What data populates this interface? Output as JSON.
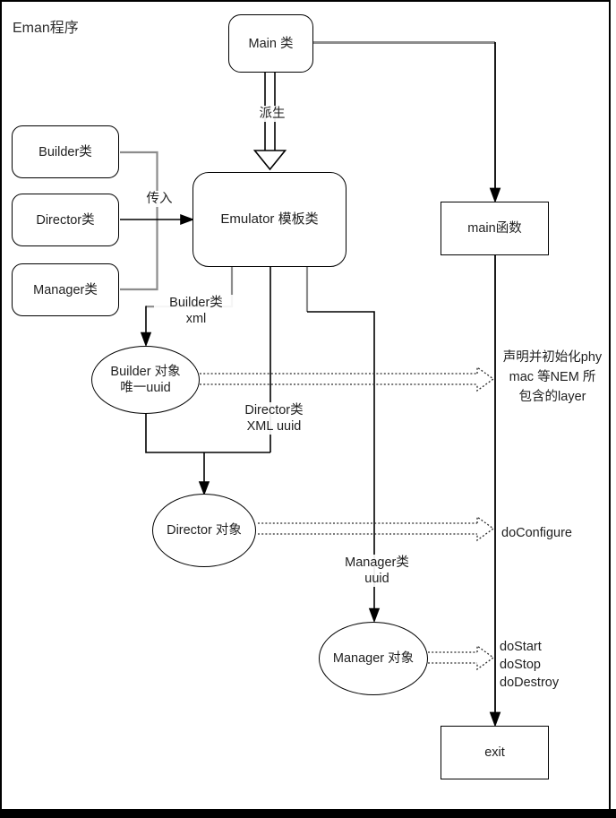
{
  "title": "Eman程序",
  "nodes": {
    "main_class": "Main 类",
    "emulator": "Emulator 模板类",
    "builder_class": "Builder类",
    "director_class": "Director类",
    "manager_class": "Manager类",
    "main_func": "main函数",
    "exit": "exit",
    "builder_obj": {
      "line1": "Builder 对象",
      "line2": "唯一uuid"
    },
    "director_obj": "Director 对象",
    "manager_obj": "Manager 对象"
  },
  "edge_labels": {
    "derive": "派生",
    "pass_in": "传入",
    "builder_xml": {
      "line1": "Builder类",
      "line2": "xml"
    },
    "director_xml": {
      "line1": "Director类",
      "line2": "XML  uuid"
    },
    "manager_uuid": {
      "line1": "Manager类",
      "line2": "uuid"
    }
  },
  "annotations": {
    "layer_note": {
      "line1": "声明并初始化phy",
      "line2": "mac 等NEM 所",
      "line3": "包含的layer"
    },
    "do_configure": "doConfigure",
    "do_start": "doStart",
    "do_stop": "doStop",
    "do_destroy": "doDestroy"
  },
  "colors": {
    "line_black": "#000000",
    "line_gray": "#8c8c8c",
    "dotted": "#2b2b2b",
    "background": "#ffffff"
  }
}
